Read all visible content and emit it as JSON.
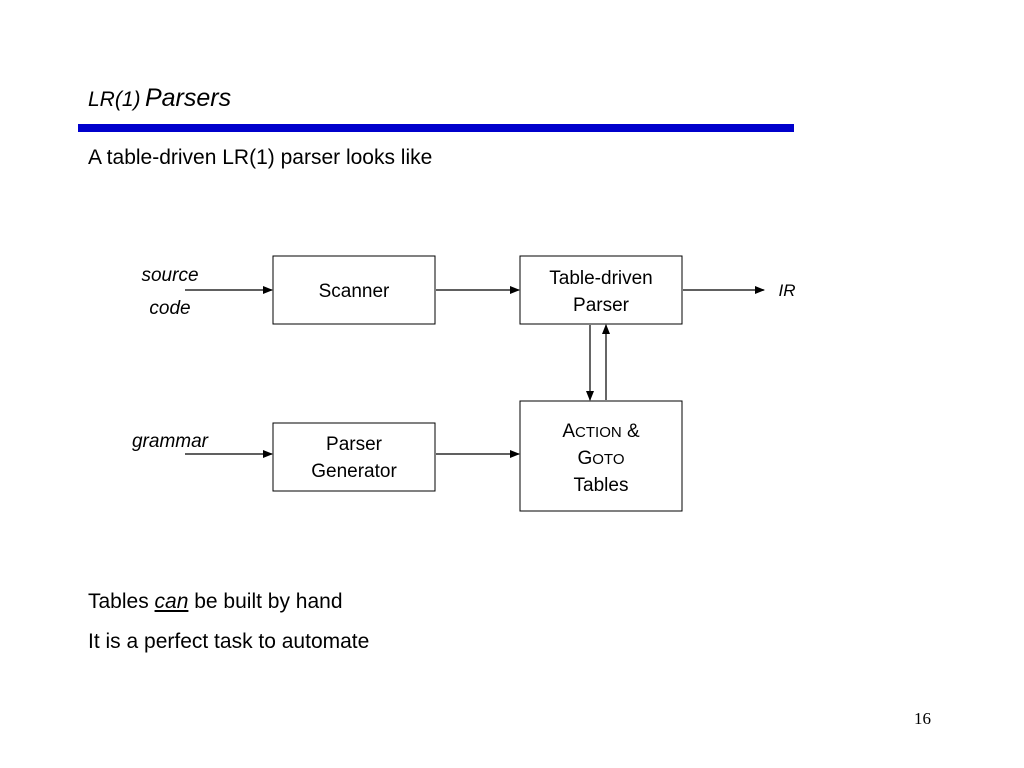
{
  "title": {
    "part1": "LR(1)",
    "part2": "Parsers"
  },
  "intro": "A table-driven LR(1) parser looks like",
  "diagram": {
    "source_label": [
      "source",
      "code"
    ],
    "grammar_label": "grammar",
    "ir_label": "IR",
    "scanner": "Scanner",
    "parser": [
      "Table-driven",
      "Parser"
    ],
    "generator": [
      "Parser",
      "Generator"
    ],
    "tables": {
      "action_first": "A",
      "action_rest": "CTION",
      "amp": " &",
      "goto_first": "G",
      "goto_rest": "OTO",
      "tables": "Tables"
    }
  },
  "bullets": [
    {
      "before": "Tables ",
      "emphasis": "can",
      "after": " be built by hand"
    },
    {
      "text": "It is a perfect task to automate"
    }
  ],
  "page_number": "16",
  "colors": {
    "rule": "#0000cc",
    "text": "#000000",
    "background": "#ffffff"
  }
}
